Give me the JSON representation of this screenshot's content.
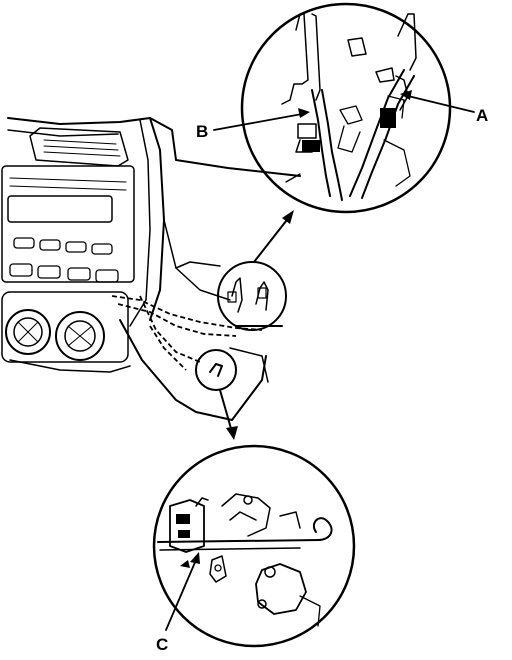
{
  "diagram": {
    "callouts": {
      "a": "A",
      "b": "B",
      "c": "C"
    },
    "line_color": "#000000",
    "background": "#ffffff"
  }
}
